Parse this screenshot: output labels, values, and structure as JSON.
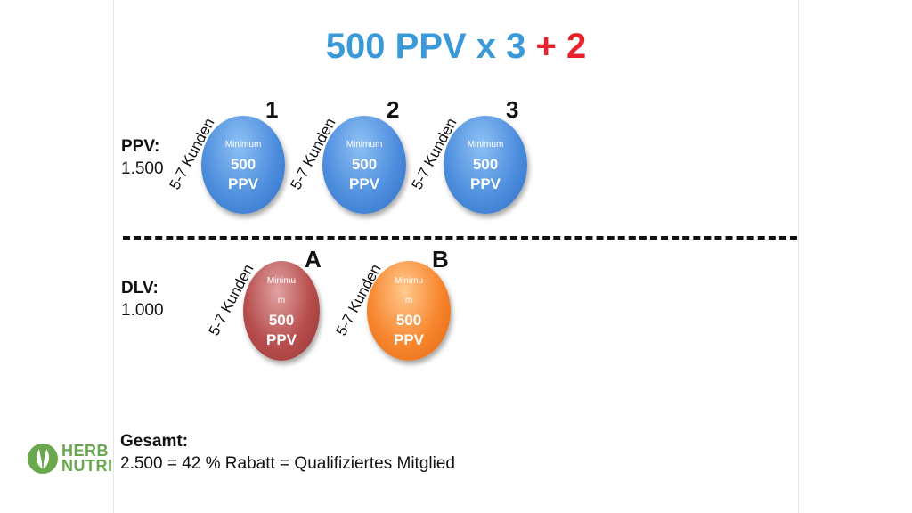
{
  "title": {
    "main": "500 PPV x 3",
    "plus": "+ 2"
  },
  "top_row": {
    "numbers": [
      "1",
      "2",
      "3"
    ],
    "label_head": "PPV",
    "label_colon": ":",
    "label_value": "1.500",
    "nodes": [
      {
        "line1": "Minimum",
        "line2": "500",
        "line3": "PPV",
        "tag": "5-7 Kunden",
        "color": "#4f8fde"
      },
      {
        "line1": "Minimum",
        "line2": "500",
        "line3": "PPV",
        "tag": "5-7 Kunden",
        "color": "#4f8fde"
      },
      {
        "line1": "Minimum",
        "line2": "500",
        "line3": "PPV",
        "tag": "5-7 Kunden",
        "color": "#4f8fde"
      }
    ]
  },
  "bottom_row": {
    "letters": [
      "A",
      "B"
    ],
    "label_head": "DLV",
    "label_colon": ":",
    "label_value": "1.000",
    "nodes": [
      {
        "line1a": "Minimu",
        "line1b": "m",
        "line2": "500",
        "line3": "PPV",
        "tag": "5-7 Kunden",
        "color": "#b84e4e"
      },
      {
        "line1a": "Minimu",
        "line1b": "m",
        "line2": "500",
        "line3": "PPV",
        "tag": "5-7 Kunden",
        "color": "#f7862e"
      }
    ]
  },
  "summary": {
    "head": "Gesamt",
    "colon": ":",
    "text": "2.500 = 42 % Rabatt = Qualifiziertes Mitglied"
  },
  "logo": {
    "line1": "HERB",
    "line2": "NUTRI",
    "color": "#6aa84f",
    "icon": "leaf-icon"
  },
  "colors": {
    "title": "#3a9ad9",
    "accent_red": "#e8212a"
  }
}
